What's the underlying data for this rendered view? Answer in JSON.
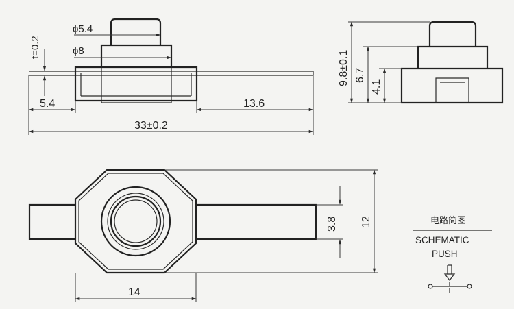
{
  "drawing": {
    "side_view": {
      "thickness_label": "t=0.2",
      "cap_diameter_label": "ϕ5.4",
      "base_diameter_label": "ϕ8",
      "left_length_label": "5.4",
      "right_length_label": "13.6",
      "overall_length_label": "33±0.2"
    },
    "end_view": {
      "total_height_label": "9.8±0.1",
      "body_height_label": "6.7",
      "base_height_label": "4.1"
    },
    "top_view": {
      "width_label": "14",
      "terminal_width_label": "3.8",
      "overall_height_label": "12"
    },
    "schematic": {
      "title_cn": "电路简图",
      "title_en": "SCHEMATIC",
      "type_label": "PUSH"
    }
  }
}
